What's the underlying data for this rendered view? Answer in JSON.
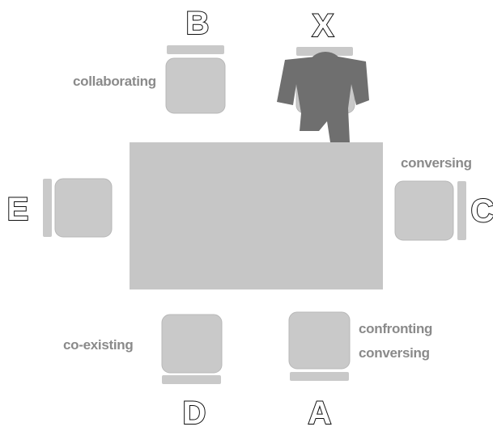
{
  "seats": {
    "A": {
      "letter": "A",
      "labels": [
        "confronting",
        "conversing"
      ]
    },
    "B": {
      "letter": "B",
      "labels": [
        "collaborating"
      ]
    },
    "C": {
      "letter": "C",
      "labels": [
        "conversing"
      ]
    },
    "D": {
      "letter": "D",
      "labels": [
        "co-existing"
      ]
    },
    "E": {
      "letter": "E",
      "labels": []
    },
    "X": {
      "letter": "X",
      "labels": []
    }
  },
  "colors": {
    "table": "#c6c6c6",
    "chair": "#c9c9c9",
    "chair_outline": "#b8b8b8",
    "person": "#6f6f6f",
    "label": "#8a8a8a"
  }
}
